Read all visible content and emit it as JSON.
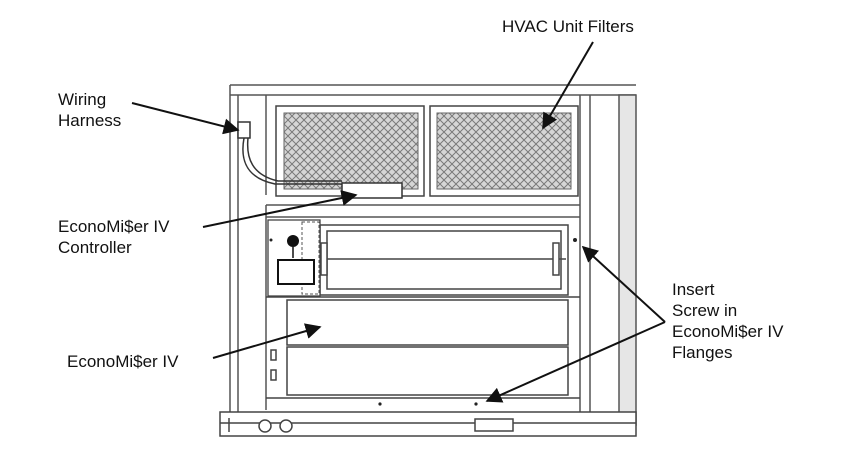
{
  "labels": {
    "hvac_filters": "HVAC Unit Filters",
    "wiring_harness": [
      "Wiring",
      "Harness"
    ],
    "controller": [
      "EconoMi$er IV",
      "Controller"
    ],
    "economizer": "EconoMi$er IV",
    "insert_screw": [
      "Insert",
      "Screw in",
      "EconoMi$er IV",
      "Flanges"
    ]
  },
  "colors": {
    "line": "#222222",
    "frame": "#555555",
    "filter_bg": "#d4d4d4",
    "filter_grid": "#7a7a7a",
    "panel_bg": "#ffffff"
  }
}
